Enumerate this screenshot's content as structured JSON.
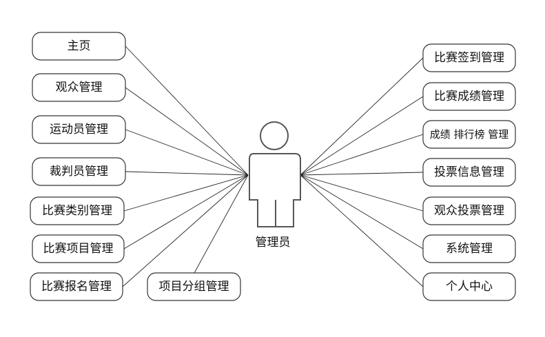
{
  "actor": {
    "label": "管理员",
    "icon": "person-icon"
  },
  "left_nodes": [
    "主页",
    "观众管理",
    "运动员管理",
    "裁判员管理",
    "比赛类别管理",
    "比赛项目管理",
    "比赛报名管理"
  ],
  "bottom_node": "项目分组管理",
  "right_nodes": [
    "比赛签到管理",
    "比赛成绩管理",
    "成绩 排行榜 管理",
    "投票信息管理",
    "观众投票管理",
    "系统管理",
    "个人中心"
  ]
}
